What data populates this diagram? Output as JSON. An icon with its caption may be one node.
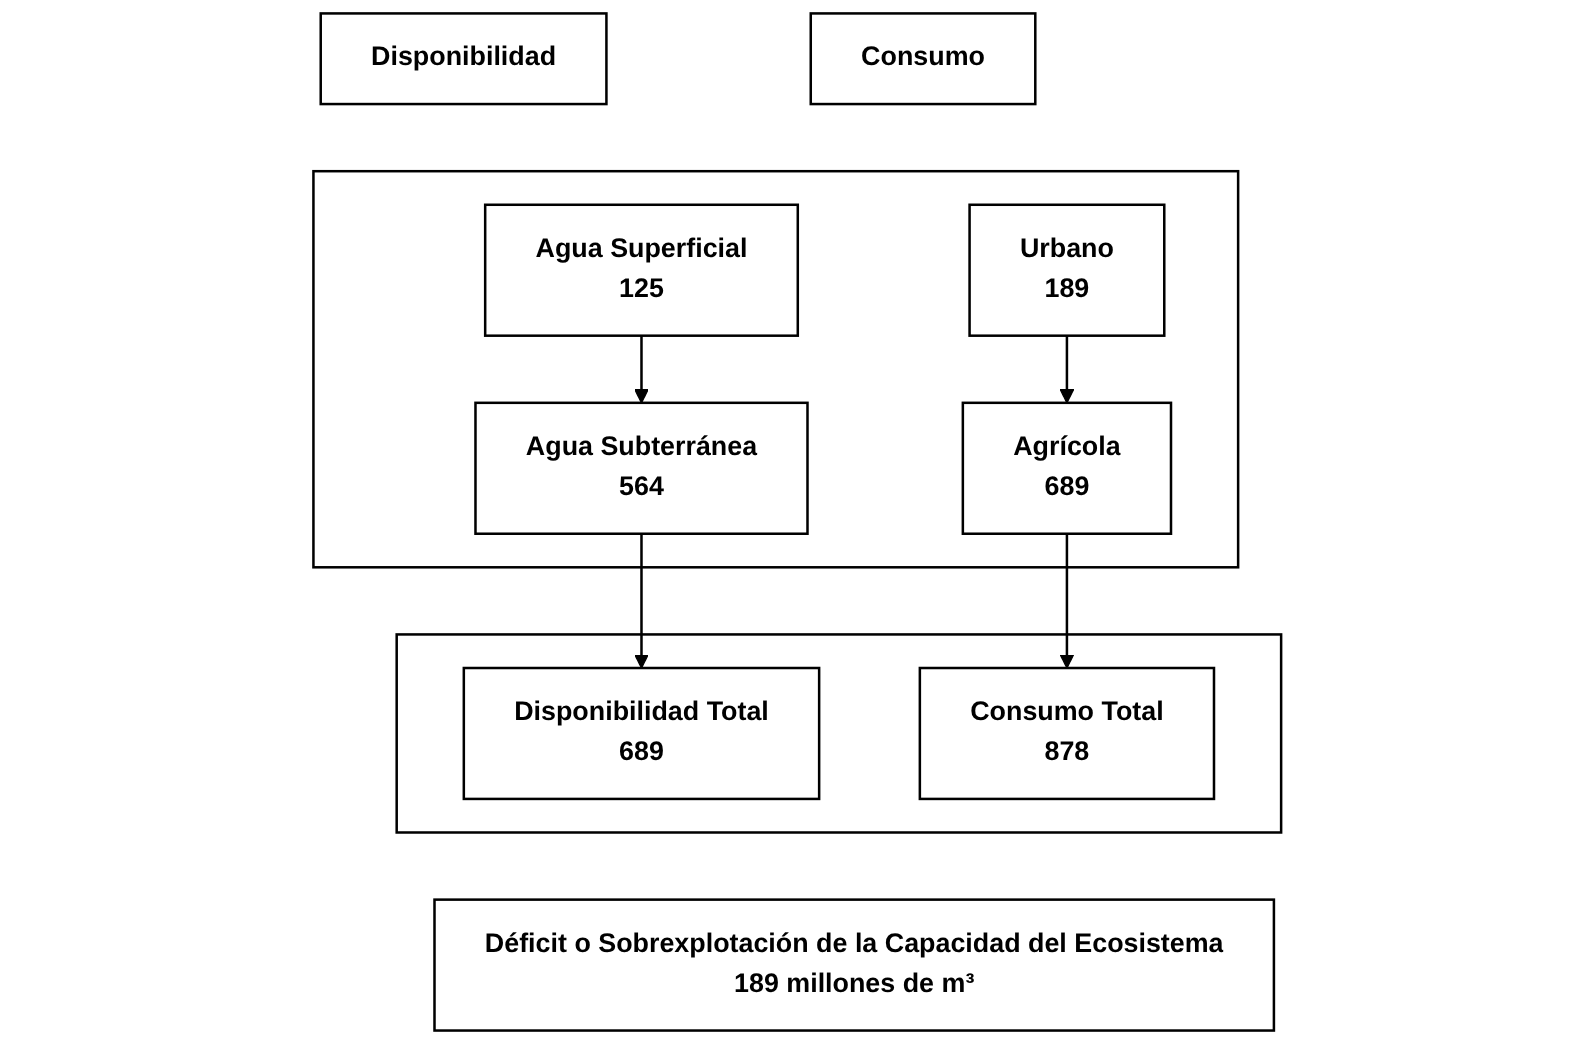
{
  "diagram": {
    "nodes": [
      {
        "text": [
          "Disponibilidad"
        ]
      },
      {
        "text": [
          "Consumo"
        ]
      },
      {
        "text": [],
        "shape": "box"
      },
      {
        "text": [
          "Agua Superficial",
          "125"
        ],
        "in": 2
      },
      {
        "text": [
          "Agua Subterránea",
          "564"
        ],
        "in": 2
      },
      {
        "text": [
          "Urbano",
          "189"
        ],
        "in": 2
      },
      {
        "text": [
          "Agrícola",
          "689"
        ],
        "in": 2
      },
      {
        "text": [],
        "shape": "box"
      },
      {
        "text": [
          "Disponibilidad Total",
          "689"
        ],
        "in": 7
      },
      {
        "text": [
          "Consumo Total",
          "878"
        ],
        "in": 7
      },
      {
        "text": [
          "Déficit o Sobrexplotación de la Capacidad del Ecosistema",
          "189 millones de m³"
        ]
      }
    ],
    "edges": [
      {
        "from": 3,
        "to": 4,
        "arrow": "to"
      },
      {
        "from": 4,
        "to": 8,
        "arrow": "to"
      },
      {
        "from": 5,
        "to": 6,
        "arrow": "to"
      },
      {
        "from": 6,
        "to": 9,
        "arrow": "to"
      }
    ]
  }
}
